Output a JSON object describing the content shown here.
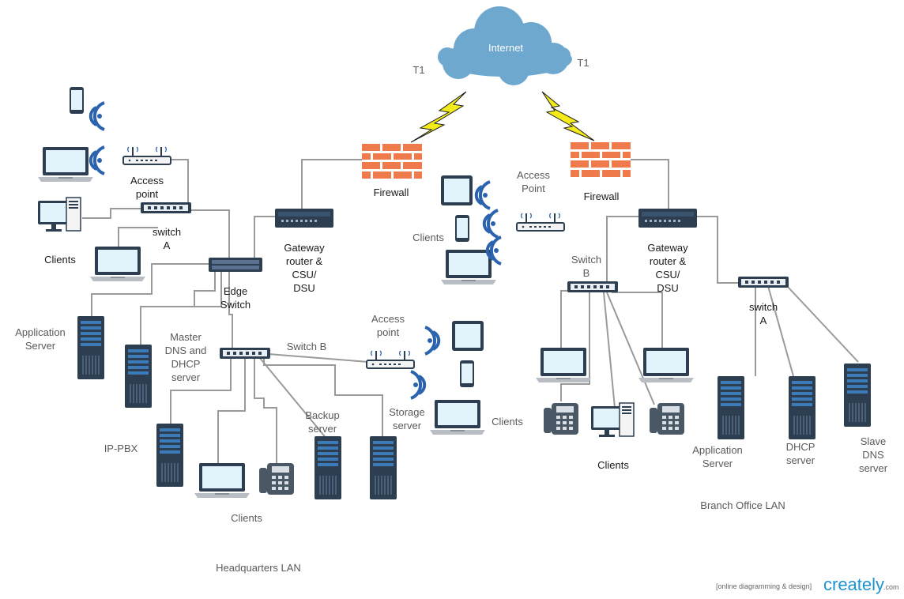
{
  "diagram": {
    "internet": "Internet",
    "links": {
      "left_t1": "T1",
      "right_t1": "T1"
    },
    "headquarters": {
      "section_label": "Headquarters LAN",
      "firewall": "Firewall",
      "gateway_router": "Gateway\nrouter &\nCSU/\nDSU",
      "edge_switch": "Edge\nSwitch",
      "switch_a": "switch\nA",
      "switch_b": "Switch B",
      "access_point_wifi": "Access\npoint",
      "access_point_b": "Access\npoint",
      "application_server": "Application\nServer",
      "dns_dhcp_server": "Master\nDNS and\nDHCP\nserver",
      "ip_pbx": "IP-PBX",
      "backup_server": "Backup\nserver",
      "storage_server": "Storage\nserver",
      "clients_left": "Clients",
      "clients_bottom": "Clients",
      "clients_right": "Clients"
    },
    "central": {
      "access_point": "Access\nPoint",
      "clients": "Clients"
    },
    "branch": {
      "section_label": "Branch Office LAN",
      "firewall": "Firewall",
      "gateway_router": "Gateway\nrouter &\nCSU/\nDSU",
      "switch_b": "Switch\nB",
      "switch_a": "switch\nA",
      "clients": "Clients",
      "application_server": "Application\nServer",
      "dhcp_server": "DHCP\nserver",
      "slave_dns_server": "Slave\nDNS\nserver"
    }
  },
  "footer": {
    "tagline": "[online diagramming & design]",
    "brand": "creately",
    "domain": ".com"
  },
  "colors": {
    "cloud": "#6ea8cf",
    "firewall": "#ef7a4c",
    "lightning": "#f4ec1a",
    "device_dark": "#2c3e50",
    "screen": "#e3f3fb",
    "wifi": "#2c63ae",
    "line": "#9a9a9a",
    "brand": "#1d94d2"
  },
  "icons": [
    "cloud-icon",
    "lightning-icon",
    "firewall-icon",
    "router-icon",
    "switch-icon",
    "access-point-icon",
    "server-icon",
    "laptop-icon",
    "desktop-icon",
    "tablet-icon",
    "phone-icon",
    "ip-phone-icon",
    "wifi-signal-icon"
  ]
}
